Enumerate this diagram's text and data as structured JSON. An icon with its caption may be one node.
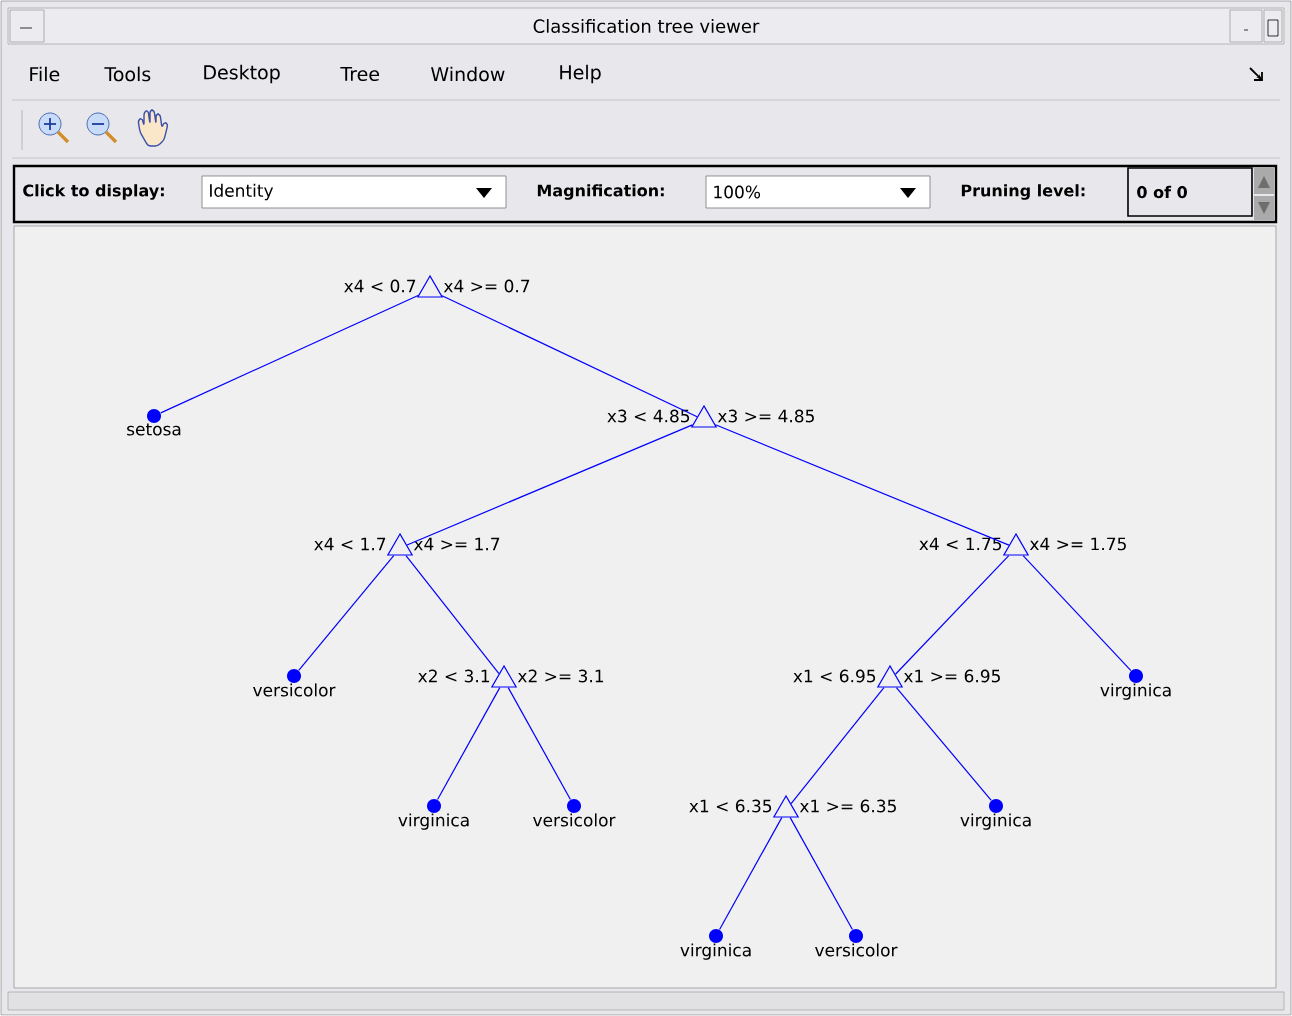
{
  "diagram": {
    "title": "Classification tree viewer",
    "nodes": [
      {
        "text": [],
        "shape": "triangle",
        "beside": [
          "x4 < 0.7",
          "x4 >= 0.7"
        ]
      },
      {
        "text": [],
        "shape": "circle",
        "beside": [
          "setosa"
        ]
      },
      {
        "text": [],
        "shape": "triangle",
        "beside": [
          "x3 < 4.85",
          "x3 >= 4.85"
        ]
      },
      {
        "text": [],
        "shape": "triangle",
        "beside": [
          "x4 < 1.7",
          "x4 >= 1.7"
        ]
      },
      {
        "text": [],
        "shape": "triangle",
        "beside": [
          "x4 < 1.75",
          "x4 >= 1.75"
        ]
      },
      {
        "text": [],
        "shape": "circle",
        "beside": [
          "versicolor"
        ]
      },
      {
        "text": [],
        "shape": "triangle",
        "beside": [
          "x2 < 3.1",
          "x2 >= 3.1"
        ]
      },
      {
        "text": [],
        "shape": "triangle",
        "beside": [
          "x1 < 6.95",
          "x1 >= 6.95"
        ]
      },
      {
        "text": [],
        "shape": "circle",
        "beside": [
          "virginica"
        ]
      },
      {
        "text": [],
        "shape": "circle",
        "beside": [
          "virginica"
        ]
      },
      {
        "text": [],
        "shape": "circle",
        "beside": [
          "versicolor"
        ]
      },
      {
        "text": [],
        "shape": "triangle",
        "beside": [
          "x1 < 6.35",
          "x1 >= 6.35"
        ]
      },
      {
        "text": [],
        "shape": "circle",
        "beside": [
          "virginica"
        ]
      },
      {
        "text": [],
        "shape": "circle",
        "beside": [
          "virginica"
        ]
      },
      {
        "text": [],
        "shape": "circle",
        "beside": [
          "versicolor"
        ]
      }
    ],
    "edges": [
      {
        "from": 0,
        "to": 1,
        "arrow": "none"
      },
      {
        "from": 0,
        "to": 2,
        "arrow": "none"
      },
      {
        "from": 2,
        "to": 3,
        "arrow": "none"
      },
      {
        "from": 2,
        "to": 4,
        "arrow": "none"
      },
      {
        "from": 3,
        "to": 5,
        "arrow": "none"
      },
      {
        "from": 3,
        "to": 6,
        "arrow": "none"
      },
      {
        "from": 4,
        "to": 7,
        "arrow": "none"
      },
      {
        "from": 4,
        "to": 8,
        "arrow": "none"
      },
      {
        "from": 6,
        "to": 9,
        "arrow": "none"
      },
      {
        "from": 6,
        "to": 10,
        "arrow": "none"
      },
      {
        "from": 7,
        "to": 11,
        "arrow": "none"
      },
      {
        "from": 7,
        "to": 12,
        "arrow": "none"
      },
      {
        "from": 11,
        "to": 13,
        "arrow": "none"
      },
      {
        "from": 11,
        "to": 14,
        "arrow": "none"
      }
    ],
    "labels": [
      "File",
      "Tools",
      "Desktop",
      "Tree",
      "Window",
      "Help",
      "Click to display:",
      "Identity",
      "Magnification:",
      "100%",
      "Pruning level:",
      "0 of 0"
    ]
  }
}
